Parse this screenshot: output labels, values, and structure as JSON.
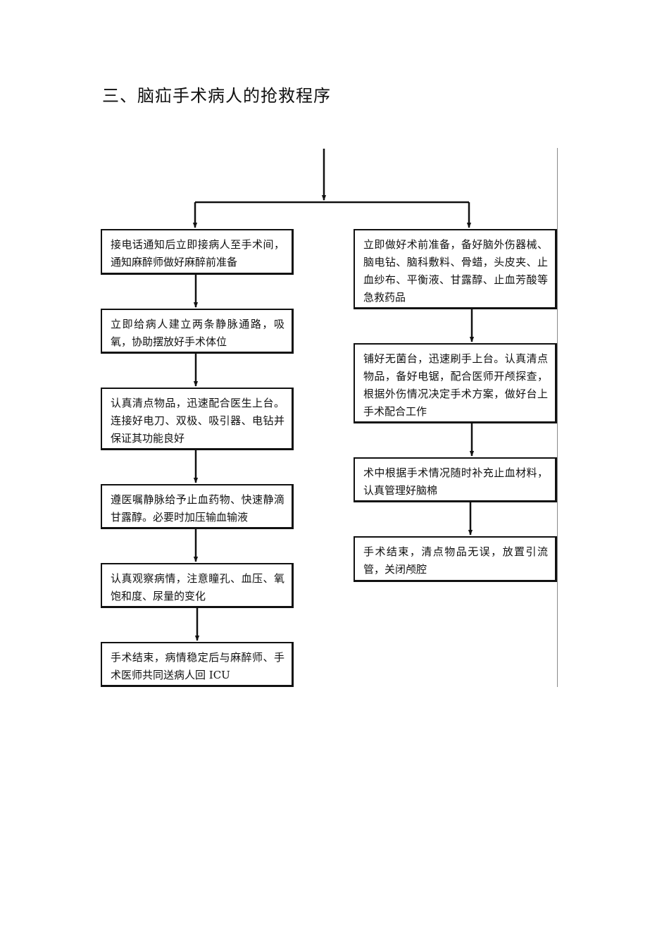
{
  "title": "三、脑疝手术病人的抢救程序",
  "left_steps": [
    "接电话通知后立即接病人至手术间，通知麻醉师做好麻醉前准备",
    "立即给病人建立两条静脉通路，吸氧，协助摆放好手术体位",
    "认真清点物品，迅速配合医生上台。连接好电刀、双极、吸引器、电钻并保证其功能良好",
    "遵医嘱静脉给予止血药物、快速静滴甘露醇。必要时加压输血输液",
    "认真观察病情，注意瞳孔、血压、氧饱和度、尿量的变化",
    "手术结束，病情稳定后与麻醉师、手术医师共同送病人回 ICU"
  ],
  "right_steps": [
    "立即做好术前准备，备好脑外伤器械、脑电钻、脑科敷料、骨蜡，头皮夹、止血纱布、平衡液、甘露醇、止血芳酸等急救药品",
    "铺好无菌台，迅速刷手上台。认真清点物品，备好电锯，配合医师开颅探查，根据外伤情况决定手术方案，做好台上手术配合工作",
    "术中根据手术情况随时补充止血材料，认真管理好脑棉",
    "手术结束，清点物品无误，放置引流管，关闭颅腔"
  ]
}
